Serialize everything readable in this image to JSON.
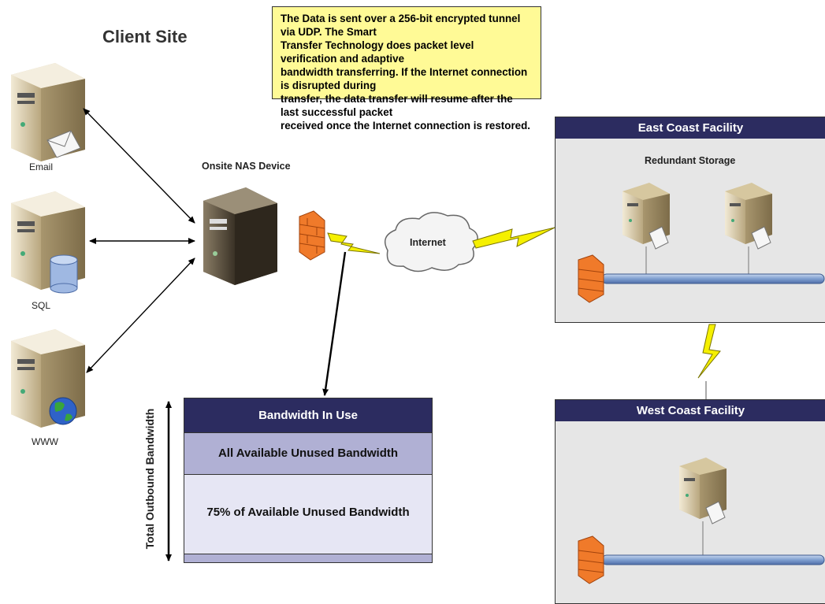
{
  "client_site": {
    "title": "Client Site"
  },
  "note": {
    "lines": [
      "The Data is sent over a 256-bit encrypted tunnel via UDP.  The Smart",
      "Transfer Technology does packet level verification and adaptive",
      "bandwidth transferring.  If the Internet connection is disrupted during",
      "transfer, the data transfer will resume after the last successful packet",
      "received once the Internet connection is restored."
    ]
  },
  "servers": {
    "email": "Email",
    "sql": "SQL",
    "www": "WWW"
  },
  "nas": {
    "label": "Onsite NAS Device"
  },
  "internet": {
    "label": "Internet"
  },
  "east": {
    "title": "East Coast Facility",
    "storage_label": "Redundant Storage"
  },
  "west": {
    "title": "West Coast Facility"
  },
  "bandwidth": {
    "row1": "Bandwidth In Use",
    "row2": "All Available Unused Bandwidth",
    "row3": "75% of Available Unused Bandwidth",
    "axis_label": "Total Outbound Bandwidth"
  },
  "colors": {
    "header_navy": "#2c2c60",
    "note_yellow": "#fffa96",
    "firewall_orange": "#f07a2a",
    "bolt_yellow": "#f5f000",
    "server_beige": "#d8c9a6"
  }
}
